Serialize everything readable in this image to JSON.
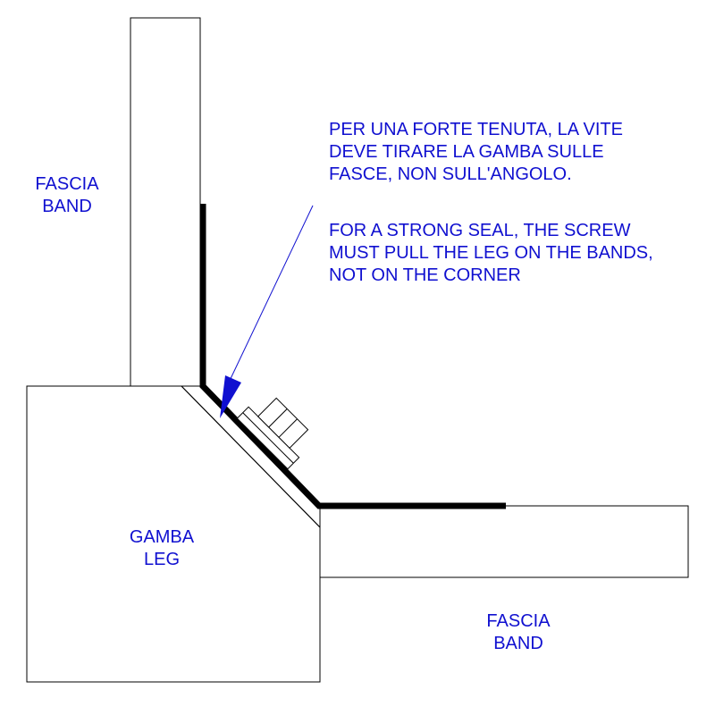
{
  "labels": {
    "top_band": [
      "FASCIA",
      "BAND"
    ],
    "leg": [
      "GAMBA",
      "LEG"
    ],
    "right_band": [
      "FASCIA",
      "BAND"
    ]
  },
  "note": {
    "italian": [
      "PER UNA FORTE TENUTA, LA VITE",
      "DEVE TIRARE LA GAMBA SULLE",
      "FASCE, NON SULL'ANGOLO."
    ],
    "english": [
      "FOR A STRONG SEAL, THE SCREW",
      "MUST PULL THE LEG ON THE BANDS,",
      "NOT ON THE CORNER"
    ]
  },
  "colors": {
    "text": "#1010d0",
    "outline": "#000000",
    "arrow": "#1010d0"
  }
}
